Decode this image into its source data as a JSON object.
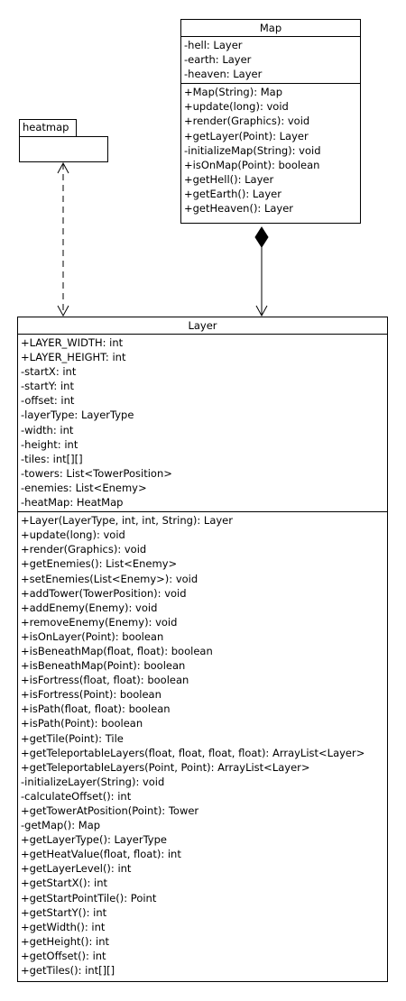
{
  "map": {
    "name": "Map",
    "attributes": [
      "-hell: Layer",
      "-earth: Layer",
      "-heaven: Layer"
    ],
    "operations": [
      "+Map(String): Map",
      "+update(long): void",
      "+render(Graphics): void",
      "+getLayer(Point): Layer",
      "-initializeMap(String): void",
      "+isOnMap(Point): boolean",
      "+getHell(): Layer",
      "+getEarth(): Layer",
      "+getHeaven(): Layer"
    ]
  },
  "heatmap": {
    "name": "heatmap"
  },
  "layer": {
    "name": "Layer",
    "attributes": [
      "+LAYER_WIDTH: int",
      "+LAYER_HEIGHT: int",
      "-startX: int",
      "-startY: int",
      "-offset: int",
      "-layerType: LayerType",
      "-width: int",
      "-height: int",
      "-tiles: int[][]",
      "-towers: List<TowerPosition>",
      "-enemies: List<Enemy>",
      "-heatMap: HeatMap"
    ],
    "operations": [
      "+Layer(LayerType, int, int, String): Layer",
      "+update(long): void",
      "+render(Graphics): void",
      "+getEnemies(): List<Enemy>",
      "+setEnemies(List<Enemy>): void",
      "+addTower(TowerPosition): void",
      "+addEnemy(Enemy): void",
      "+removeEnemy(Enemy): void",
      "+isOnLayer(Point): boolean",
      "+isBeneathMap(float, float): boolean",
      "+isBeneathMap(Point): boolean",
      "+isFortress(float, float): boolean",
      "+isFortress(Point): boolean",
      "+isPath(float, float): boolean",
      "+isPath(Point): boolean",
      "+getTile(Point): Tile",
      "+getTeleportableLayers(float, float, float, float): ArrayList<Layer>",
      "+getTeleportableLayers(Point, Point): ArrayList<Layer>",
      "-initializeLayer(String): void",
      "-calculateOffset(): int",
      "+getTowerAtPosition(Point): Tower",
      "-getMap(): Map",
      "+getLayerType(): LayerType",
      "+getHeatValue(float, float): int",
      "+getLayerLevel(): int",
      "+getStartX(): int",
      "+getStartPointTile(): Point",
      "+getStartY(): int",
      "+getWidth(): int",
      "+getHeight(): int",
      "+getOffset(): int",
      "+getTiles(): int[][]"
    ]
  }
}
